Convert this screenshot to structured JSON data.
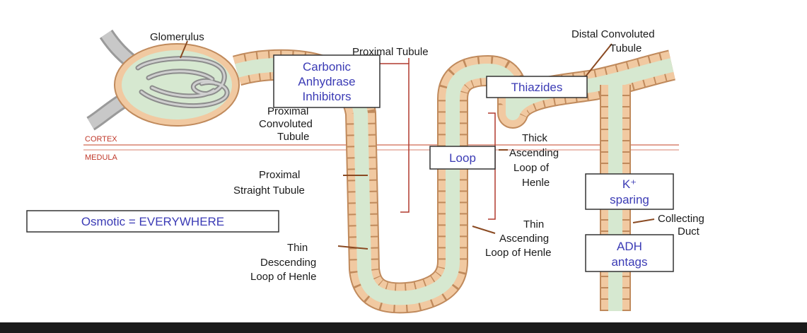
{
  "colors": {
    "tubule_wall": "#f1c9a1",
    "tubule_lumen": "#d6e8d0",
    "segment_line": "#c08a5c",
    "drug_text": "#3b3bb5",
    "zone_text": "#c0392b",
    "zone_line": "#d9826f",
    "bracket": "#b03a2e",
    "vessel": "#b4b4b4",
    "bottom_bar": "#1b1b1b"
  },
  "icons": [
    "glomerulus-icon",
    "nephron-tubule-icon"
  ],
  "labels": {
    "glomerulus": "Glomerulus",
    "proximal_tubule": "Proximal Tubule",
    "distal_convoluted_1": "Distal Convoluted",
    "distal_convoluted_2": "Tubule",
    "proximal_convoluted_1": "Proximal",
    "proximal_convoluted_2": "Convoluted",
    "proximal_convoluted_3": "Tubule",
    "thick_ascending_1": "Thick",
    "thick_ascending_2": "Ascending",
    "thick_ascending_3": "Loop of",
    "thick_ascending_4": "Henle",
    "proximal_straight_1": "Proximal",
    "proximal_straight_2": "Straight Tubule",
    "thin_descending_1": "Thin",
    "thin_descending_2": "Descending",
    "thin_descending_3": "Loop of Henle",
    "thin_ascending_1": "Thin",
    "thin_ascending_2": "Ascending",
    "thin_ascending_3": "Loop of Henle",
    "collecting_1": "Collecting",
    "collecting_2": "Duct"
  },
  "zones": {
    "cortex": "CORTEX",
    "medula": "MEDULA"
  },
  "drugs": {
    "carbonic_1": "Carbonic",
    "carbonic_2": "Anhydrase",
    "carbonic_3": "Inhibitors",
    "thiazides": "Thiazides",
    "loop": "Loop",
    "k_sparing_1": "K⁺",
    "k_sparing_2": "sparing",
    "adh_1": "ADH",
    "adh_2": "antags",
    "osmotic": "Osmotic = EVERYWHERE"
  }
}
